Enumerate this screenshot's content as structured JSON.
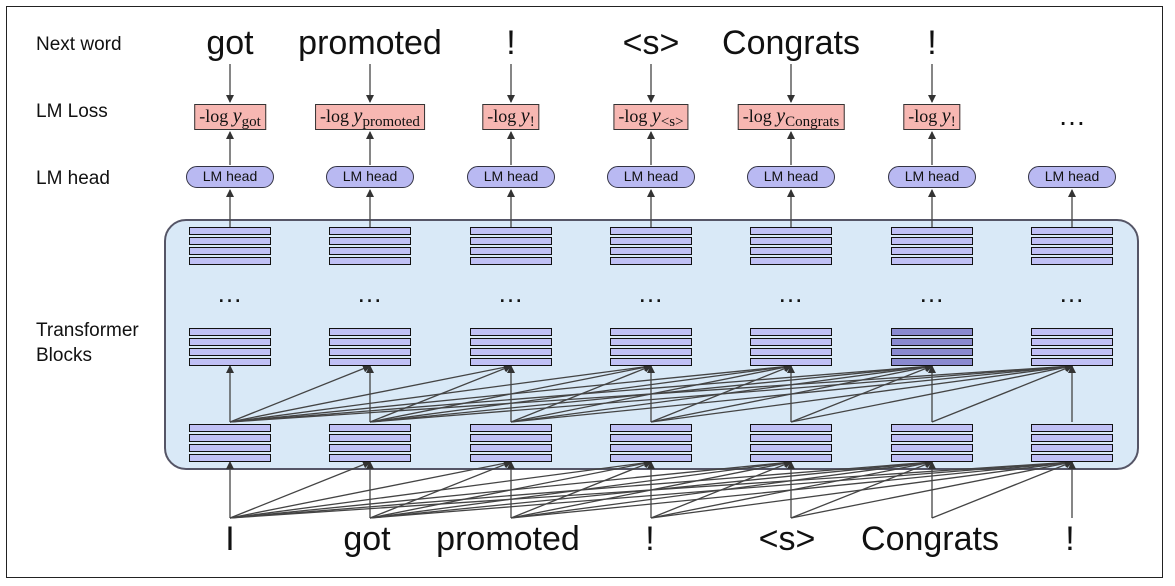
{
  "row_labels": {
    "next_word": "Next word",
    "lm_loss": "LM Loss",
    "lm_head": "LM head",
    "transformer_line1": "Transformer",
    "transformer_line2": "Blocks"
  },
  "next_words": [
    "got",
    "promoted",
    "!",
    "<s>",
    "Congrats",
    "!"
  ],
  "loss_prefix": "-log",
  "loss_var": "y",
  "loss_subscripts": [
    "got",
    "promoted",
    "!",
    "<s>",
    "Congrats",
    "!"
  ],
  "loss_ellipsis": "…",
  "lm_head_label": "LM head",
  "block_ellipsis": "…",
  "input_words": [
    "I",
    "got",
    "promoted",
    "!",
    "<s>",
    "Congrats",
    "!"
  ]
}
